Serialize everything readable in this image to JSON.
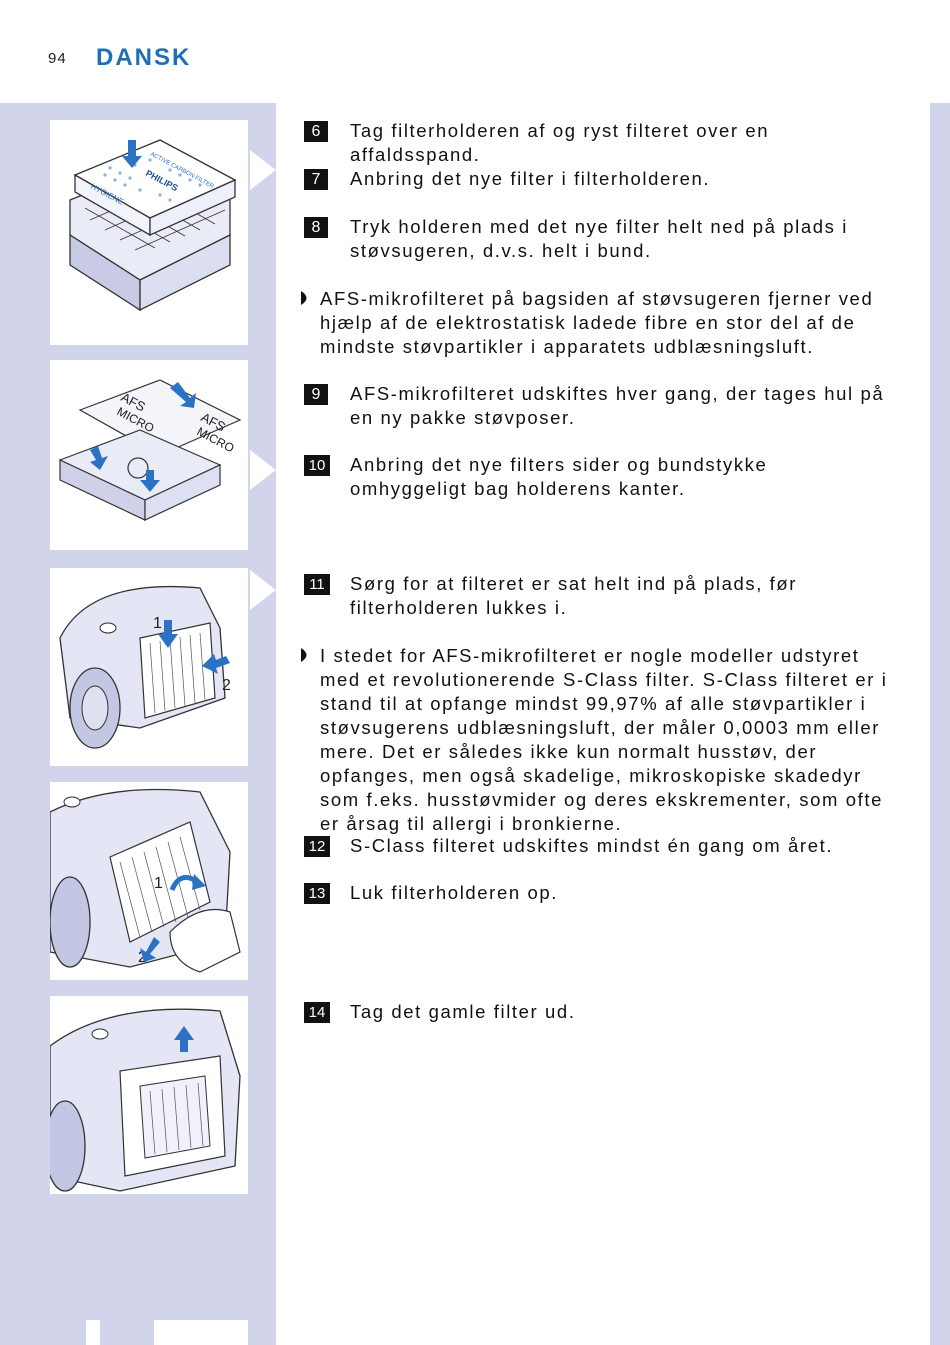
{
  "header": {
    "page_number": "94",
    "language": "DANSK"
  },
  "steps": [
    {
      "num": "6",
      "text": "Tag filterholderen af og ryst filteret over en affaldsspand."
    },
    {
      "num": "7",
      "text": "Anbring det nye filter i filterholderen."
    },
    {
      "num": "8",
      "text": "Tryk holderen med det nye filter helt ned på plads i støvsugeren, d.v.s. helt i bund."
    },
    {
      "num": "9",
      "text": "AFS-mikrofilteret udskiftes hver gang, der tages hul på en ny pakke støvposer."
    },
    {
      "num": "10",
      "text": "Anbring det nye filters sider og bundstykke omhyggeligt bag holderens kanter."
    },
    {
      "num": "11",
      "text": "Sørg for at filteret er sat helt ind på plads, før filterholderen lukkes i."
    },
    {
      "num": "12",
      "text": "S-Class filteret udskiftes mindst én gang om året."
    },
    {
      "num": "13",
      "text": "Luk filterholderen op."
    },
    {
      "num": "14",
      "text": "Tag det gamle filter ud."
    }
  ],
  "notes": [
    {
      "text": "AFS-mikrofilteret på bagsiden af støvsugeren fjerner ved hjælp af de elektrostatisk ladede fibre en stor del af de mindste støvpartikler i apparatets udblæsningsluft."
    },
    {
      "text": "I stedet for AFS-mikrofilteret er nogle modeller udstyret med et revolutionerende S-Class filter. S-Class filteret er i stand til at opfange mindst 99,97% af alle støvpartikler i støvsugerens udblæsningsluft, der måler 0,0003 mm eller mere. Det er således ikke kun normalt husstøv, der opfanges, men også skadelige, mikroskopiske skadedyr som f.eks. husstøvmider og deres ekskrementer, som ofte er årsag til allergi i bronkierne."
    }
  ],
  "illustrations": {
    "filter_box": {
      "brand": "PHILIPS",
      "hygiene": "HYGIENE",
      "product": "ACTIVE CARBON FILTER"
    },
    "afs_sheet": {
      "label_1": "AFS",
      "label_2": "MICRO"
    },
    "callouts": {
      "one": "1",
      "two": "2"
    }
  },
  "colors": {
    "accent": "#1f6fb5",
    "band": "#d2d4ec",
    "arrow": "#2b72c4"
  }
}
